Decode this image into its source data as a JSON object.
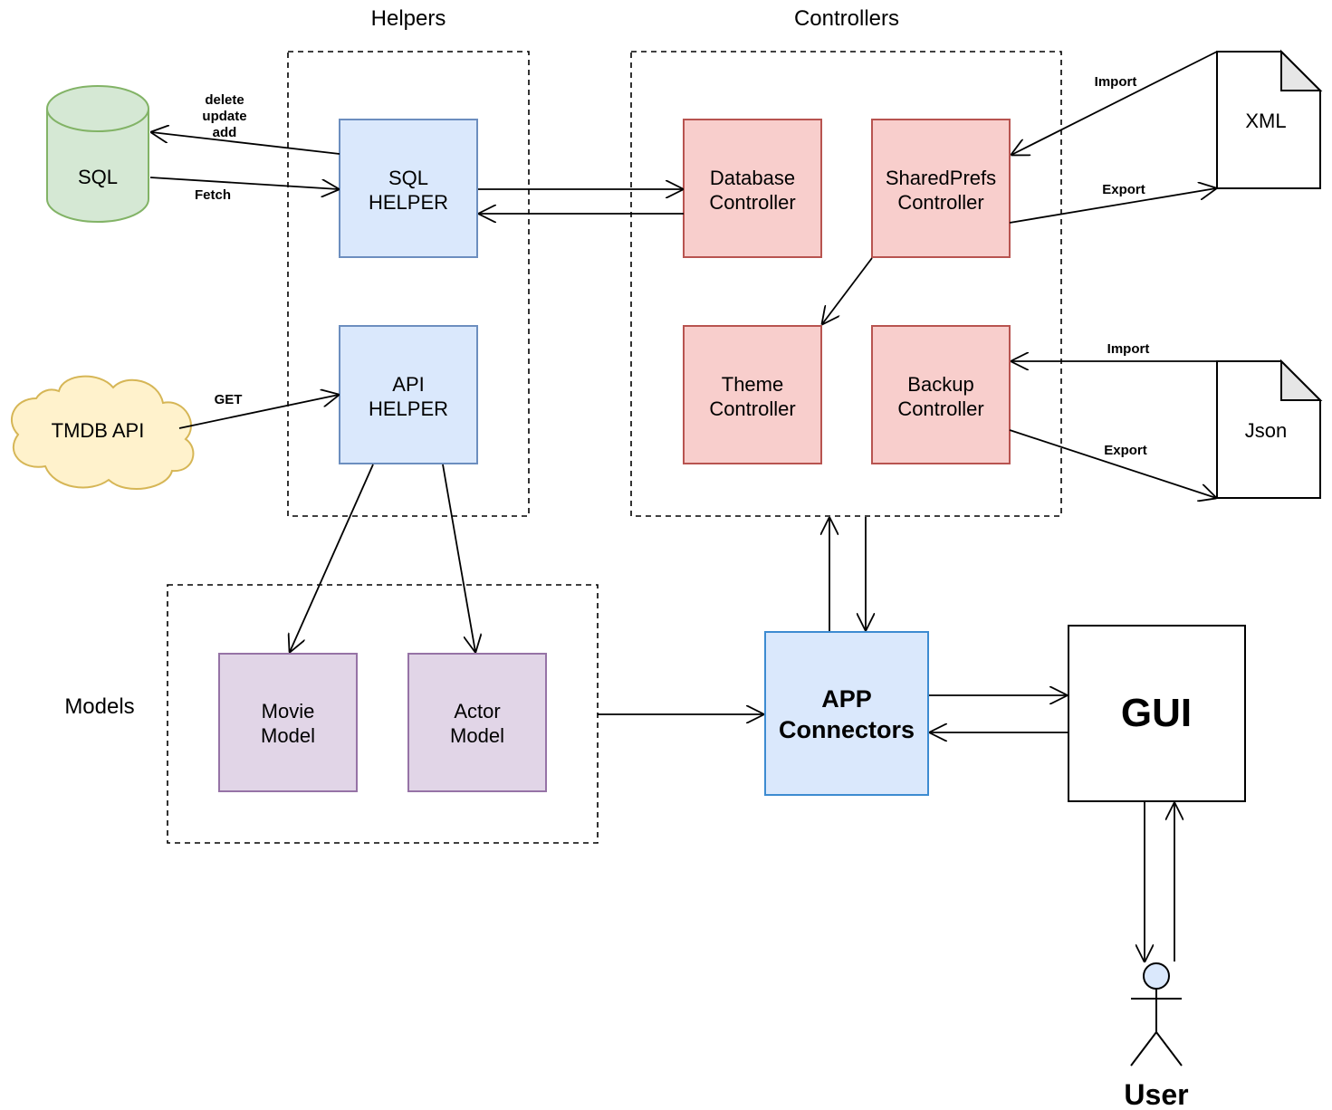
{
  "groups": {
    "helpers": "Helpers",
    "controllers": "Controllers",
    "models": "Models"
  },
  "nodes": {
    "sql_db": "SQL",
    "tmdb_api": "TMDB API",
    "sql_helper": [
      "SQL",
      "HELPER"
    ],
    "api_helper": [
      "API",
      "HELPER"
    ],
    "database_controller": [
      "Database",
      "Controller"
    ],
    "sharedprefs_controller": [
      "SharedPrefs",
      "Controller"
    ],
    "theme_controller": [
      "Theme",
      "Controller"
    ],
    "backup_controller": [
      "Backup",
      "Controller"
    ],
    "xml_file": "XML",
    "json_file": "Json",
    "movie_model": [
      "Movie",
      "Model"
    ],
    "actor_model": [
      "Actor",
      "Model"
    ],
    "app_connectors": [
      "APP",
      "Connectors"
    ],
    "gui": "GUI",
    "user": "User"
  },
  "edge_labels": {
    "sql_ops": [
      "delete",
      "update",
      "add"
    ],
    "fetch": "Fetch",
    "get": "GET",
    "xml_import": "Import",
    "xml_export": "Export",
    "json_import": "Import",
    "json_export": "Export"
  },
  "colors": {
    "blue_fill": "#dae8fc",
    "blue_stroke": "#6c8ebf",
    "app_stroke": "#3d8bd1",
    "red_fill": "#f8cecc",
    "red_stroke": "#b85450",
    "green_fill": "#d5e8d4",
    "green_stroke": "#82b366",
    "yellow_fill": "#fff2cc",
    "yellow_stroke": "#d6b656",
    "purple_fill": "#e1d5e7",
    "purple_stroke": "#9673a6"
  }
}
